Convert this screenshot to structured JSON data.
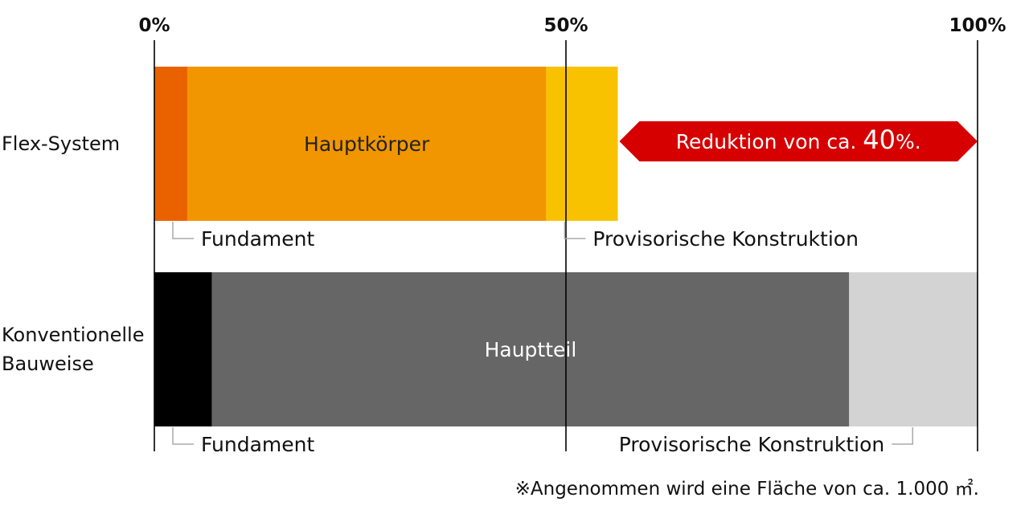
{
  "chart_data": {
    "type": "bar",
    "orientation": "horizontal",
    "stacked": true,
    "xlim": [
      0,
      100
    ],
    "ticks": [
      {
        "value": 0,
        "label": "0%"
      },
      {
        "value": 50,
        "label": "50%"
      },
      {
        "value": 100,
        "label": "100%"
      }
    ],
    "categories": [
      {
        "id": "flex",
        "lines": [
          "Flex-System"
        ]
      },
      {
        "id": "conv",
        "lines": [
          "Konventionelle",
          "Bauweise"
        ]
      }
    ],
    "bars": [
      {
        "category": "flex",
        "segments": [
          {
            "key": "fundament",
            "value": 4,
            "color": "#ea6200",
            "label": "Fundament",
            "label_mode": "callout-left"
          },
          {
            "key": "hauptkoerper",
            "value": 43.6,
            "color": "#f19600",
            "label": "Hauptkörper",
            "label_mode": "inside",
            "label_color": "#222222"
          },
          {
            "key": "provisorisch",
            "value": 8.7,
            "color": "#f9c200",
            "label": "Provisorische Konstruktion",
            "label_mode": "callout-left"
          }
        ]
      },
      {
        "category": "conv",
        "segments": [
          {
            "key": "fundament",
            "value": 7,
            "color": "#000000",
            "label": "Fundament",
            "label_mode": "callout-left"
          },
          {
            "key": "hauptteil",
            "value": 77.4,
            "color": "#666666",
            "label": "Hauptteil",
            "label_mode": "inside",
            "label_color": "#ffffff"
          },
          {
            "key": "provisorisch",
            "value": 15.6,
            "color": "#d3d3d3",
            "label": "Provisorische Konstruktion",
            "label_mode": "callout-right"
          }
        ]
      }
    ],
    "annotation": {
      "text_before": "Reduktion von ca. ",
      "number": "40",
      "text_after": "%.",
      "color": "#d60000"
    },
    "footnote": "※Angenommen wird eine Fläche von ca. 1.000 ㎡."
  }
}
